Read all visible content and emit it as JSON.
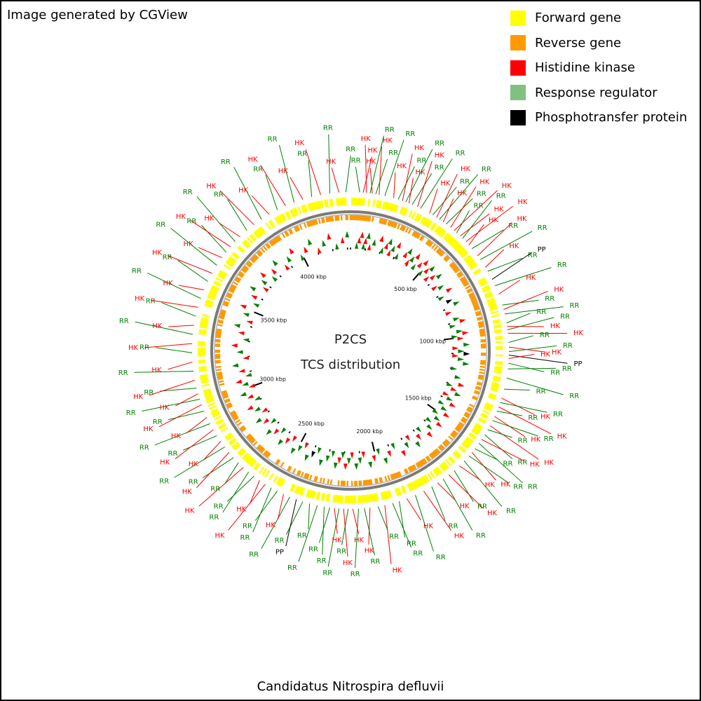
{
  "credit": "Image generated by CGView",
  "genome_name": "Candidatus Nitrospira defluvii",
  "center": {
    "line1": "P2CS",
    "line2": "TCS distribution"
  },
  "legend": [
    {
      "label": "Forward gene",
      "color": "#ffff00"
    },
    {
      "label": "Reverse gene",
      "color": "#ff9900"
    },
    {
      "label": "Histidine kinase",
      "color": "#ff0000"
    },
    {
      "label": "Response regulator",
      "color": "#80c080"
    },
    {
      "label": "Phosphotransfer protein",
      "color": "#000000"
    }
  ],
  "colors": {
    "hk": "#ff0000",
    "rr": "#008000",
    "pp": "#000000",
    "backbone": "#888888"
  },
  "kbp_ticks": [
    "500 kbp",
    "1000 kbp",
    "1500 kbp",
    "2000 kbp",
    "2500 kbp",
    "3000 kbp",
    "3500 kbp",
    "4000 kbp"
  ],
  "chart_data": {
    "type": "circular genome map",
    "genome_length_kbp": 4320,
    "features": [
      {
        "pos": 40,
        "type": "RR"
      },
      {
        "pos": 55,
        "type": "HK"
      },
      {
        "pos": 70,
        "type": "HK"
      },
      {
        "pos": 85,
        "type": "RR"
      },
      {
        "pos": 95,
        "type": "HK"
      },
      {
        "pos": 110,
        "type": "RR"
      },
      {
        "pos": 125,
        "type": "HK"
      },
      {
        "pos": 150,
        "type": "RR"
      },
      {
        "pos": 190,
        "type": "HK"
      },
      {
        "pos": 210,
        "type": "RR"
      },
      {
        "pos": 230,
        "type": "HK"
      },
      {
        "pos": 245,
        "type": "RR"
      },
      {
        "pos": 260,
        "type": "HK"
      },
      {
        "pos": 275,
        "type": "RR"
      },
      {
        "pos": 300,
        "type": "HK"
      },
      {
        "pos": 315,
        "type": "RR"
      },
      {
        "pos": 360,
        "type": "HK"
      },
      {
        "pos": 375,
        "type": "RR"
      },
      {
        "pos": 395,
        "type": "HK"
      },
      {
        "pos": 410,
        "type": "RR"
      },
      {
        "pos": 430,
        "type": "HK"
      },
      {
        "pos": 445,
        "type": "RR"
      },
      {
        "pos": 470,
        "type": "HK"
      },
      {
        "pos": 490,
        "type": "HK"
      },
      {
        "pos": 505,
        "type": "RR"
      },
      {
        "pos": 525,
        "type": "HK"
      },
      {
        "pos": 540,
        "type": "RR"
      },
      {
        "pos": 560,
        "type": "HK"
      },
      {
        "pos": 580,
        "type": "HK"
      },
      {
        "pos": 600,
        "type": "RR"
      },
      {
        "pos": 640,
        "type": "HK"
      },
      {
        "pos": 660,
        "type": "RR"
      },
      {
        "pos": 700,
        "type": "HK"
      },
      {
        "pos": 720,
        "type": "RR"
      },
      {
        "pos": 760,
        "type": "PP"
      },
      {
        "pos": 790,
        "type": "RR"
      },
      {
        "pos": 830,
        "type": "HK"
      },
      {
        "pos": 880,
        "type": "RR"
      },
      {
        "pos": 900,
        "type": "HK"
      },
      {
        "pos": 920,
        "type": "RR"
      },
      {
        "pos": 960,
        "type": "RR"
      },
      {
        "pos": 975,
        "type": "HK"
      },
      {
        "pos": 990,
        "type": "RR"
      },
      {
        "pos": 1005,
        "type": "HK"
      },
      {
        "pos": 1045,
        "type": "RR"
      },
      {
        "pos": 1065,
        "type": "HK"
      },
      {
        "pos": 1085,
        "type": "RR"
      },
      {
        "pos": 1100,
        "type": "PP"
      },
      {
        "pos": 1115,
        "type": "HK"
      },
      {
        "pos": 1135,
        "type": "RR"
      },
      {
        "pos": 1160,
        "type": "RR"
      },
      {
        "pos": 1200,
        "type": "RR"
      },
      {
        "pos": 1250,
        "type": "RR"
      },
      {
        "pos": 1290,
        "type": "HK"
      },
      {
        "pos": 1310,
        "type": "RR"
      },
      {
        "pos": 1330,
        "type": "HK"
      },
      {
        "pos": 1350,
        "type": "RR"
      },
      {
        "pos": 1375,
        "type": "HK"
      },
      {
        "pos": 1395,
        "type": "RR"
      },
      {
        "pos": 1420,
        "type": "HK"
      },
      {
        "pos": 1440,
        "type": "RR"
      },
      {
        "pos": 1465,
        "type": "RR"
      },
      {
        "pos": 1490,
        "type": "HK"
      },
      {
        "pos": 1510,
        "type": "RR"
      },
      {
        "pos": 1540,
        "type": "RR"
      },
      {
        "pos": 1560,
        "type": "HK"
      },
      {
        "pos": 1580,
        "type": "RR"
      },
      {
        "pos": 1610,
        "type": "RR"
      },
      {
        "pos": 1640,
        "type": "HK"
      },
      {
        "pos": 1670,
        "type": "RR"
      },
      {
        "pos": 1700,
        "type": "HK"
      },
      {
        "pos": 1730,
        "type": "RR"
      },
      {
        "pos": 1760,
        "type": "HK"
      },
      {
        "pos": 1790,
        "type": "RR"
      },
      {
        "pos": 1830,
        "type": "HK"
      },
      {
        "pos": 1870,
        "type": "RR"
      },
      {
        "pos": 1910,
        "type": "HK"
      },
      {
        "pos": 1945,
        "type": "RR"
      },
      {
        "pos": 1975,
        "type": "RR"
      },
      {
        "pos": 2010,
        "type": "HK"
      },
      {
        "pos": 2040,
        "type": "RR"
      },
      {
        "pos": 2075,
        "type": "HK"
      },
      {
        "pos": 2100,
        "type": "RR"
      },
      {
        "pos": 2125,
        "type": "RR"
      },
      {
        "pos": 2150,
        "type": "HK"
      },
      {
        "pos": 2170,
        "type": "RR"
      },
      {
        "pos": 2190,
        "type": "HK"
      },
      {
        "pos": 2210,
        "type": "RR"
      },
      {
        "pos": 2230,
        "type": "HK"
      },
      {
        "pos": 2250,
        "type": "RR"
      },
      {
        "pos": 2275,
        "type": "RR"
      },
      {
        "pos": 2305,
        "type": "RR"
      },
      {
        "pos": 2340,
        "type": "RR"
      },
      {
        "pos": 2370,
        "type": "RR"
      },
      {
        "pos": 2400,
        "type": "PP"
      },
      {
        "pos": 2430,
        "type": "RR"
      },
      {
        "pos": 2460,
        "type": "HK"
      },
      {
        "pos": 2490,
        "type": "RR"
      },
      {
        "pos": 2520,
        "type": "RR"
      },
      {
        "pos": 2550,
        "type": "HK"
      },
      {
        "pos": 2580,
        "type": "HK"
      },
      {
        "pos": 2610,
        "type": "RR"
      },
      {
        "pos": 2640,
        "type": "RR"
      },
      {
        "pos": 2670,
        "type": "HK"
      },
      {
        "pos": 2700,
        "type": "RR"
      },
      {
        "pos": 2730,
        "type": "RR"
      },
      {
        "pos": 2760,
        "type": "HK"
      },
      {
        "pos": 2790,
        "type": "RR"
      },
      {
        "pos": 2820,
        "type": "HK"
      },
      {
        "pos": 2850,
        "type": "RR"
      },
      {
        "pos": 2880,
        "type": "HK"
      },
      {
        "pos": 2910,
        "type": "RR"
      },
      {
        "pos": 2940,
        "type": "HK"
      },
      {
        "pos": 2970,
        "type": "RR"
      },
      {
        "pos": 3000,
        "type": "HK"
      },
      {
        "pos": 3025,
        "type": "RR"
      },
      {
        "pos": 3050,
        "type": "HK"
      },
      {
        "pos": 3075,
        "type": "RR"
      },
      {
        "pos": 3110,
        "type": "HK"
      },
      {
        "pos": 3150,
        "type": "RR"
      },
      {
        "pos": 3190,
        "type": "HK"
      },
      {
        "pos": 3230,
        "type": "RR"
      },
      {
        "pos": 3270,
        "type": "HK"
      },
      {
        "pos": 3310,
        "type": "RR"
      },
      {
        "pos": 3350,
        "type": "HK"
      },
      {
        "pos": 3390,
        "type": "RR"
      },
      {
        "pos": 3430,
        "type": "HK"
      },
      {
        "pos": 3470,
        "type": "RR"
      },
      {
        "pos": 3510,
        "type": "HK"
      },
      {
        "pos": 3550,
        "type": "RR"
      },
      {
        "pos": 3590,
        "type": "HK"
      },
      {
        "pos": 3630,
        "type": "RR"
      },
      {
        "pos": 3670,
        "type": "HK"
      },
      {
        "pos": 3700,
        "type": "RR"
      },
      {
        "pos": 3730,
        "type": "HK"
      },
      {
        "pos": 3760,
        "type": "RR"
      },
      {
        "pos": 3790,
        "type": "HK"
      },
      {
        "pos": 3830,
        "type": "RR"
      },
      {
        "pos": 3870,
        "type": "HK"
      },
      {
        "pos": 3910,
        "type": "RR"
      },
      {
        "pos": 3950,
        "type": "HK"
      },
      {
        "pos": 3990,
        "type": "RR"
      },
      {
        "pos": 4030,
        "type": "HK"
      },
      {
        "pos": 4070,
        "type": "RR"
      },
      {
        "pos": 4110,
        "type": "HK"
      },
      {
        "pos": 4150,
        "type": "RR"
      },
      {
        "pos": 4190,
        "type": "HK"
      },
      {
        "pos": 4230,
        "type": "RR"
      },
      {
        "pos": 4270,
        "type": "HK"
      },
      {
        "pos": 4300,
        "type": "RR"
      }
    ]
  }
}
